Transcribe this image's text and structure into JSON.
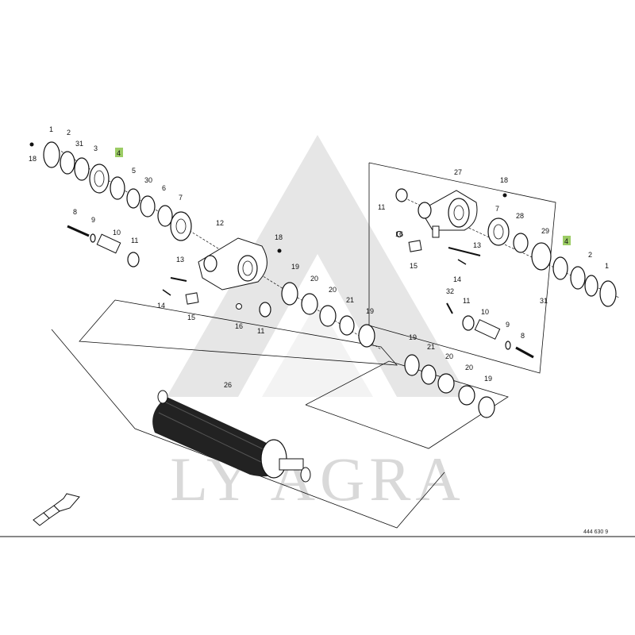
{
  "watermark": "LY AGRA",
  "reference_number": "444 630 9",
  "callouts": [
    {
      "id": "c1a",
      "label": "1"
    },
    {
      "id": "c2a",
      "label": "2"
    },
    {
      "id": "c31a",
      "label": "31"
    },
    {
      "id": "c3",
      "label": "3"
    },
    {
      "id": "c4a",
      "label": "4",
      "highlight": true
    },
    {
      "id": "c18a",
      "label": "18"
    },
    {
      "id": "c5",
      "label": "5"
    },
    {
      "id": "c30",
      "label": "30"
    },
    {
      "id": "c6",
      "label": "6"
    },
    {
      "id": "c7a",
      "label": "7"
    },
    {
      "id": "c8a",
      "label": "8"
    },
    {
      "id": "c9a",
      "label": "9"
    },
    {
      "id": "c10a",
      "label": "10"
    },
    {
      "id": "c11a",
      "label": "11"
    },
    {
      "id": "c12",
      "label": "12"
    },
    {
      "id": "c18b",
      "label": "18"
    },
    {
      "id": "c13a",
      "label": "13"
    },
    {
      "id": "c14a",
      "label": "14"
    },
    {
      "id": "c15a",
      "label": "15"
    },
    {
      "id": "c16a",
      "label": "16"
    },
    {
      "id": "c11b",
      "label": "11"
    },
    {
      "id": "c19a",
      "label": "19"
    },
    {
      "id": "c20a",
      "label": "20"
    },
    {
      "id": "c20b",
      "label": "20"
    },
    {
      "id": "c21a",
      "label": "21"
    },
    {
      "id": "c19b",
      "label": "19"
    },
    {
      "id": "c26",
      "label": "26"
    },
    {
      "id": "c27",
      "label": "27"
    },
    {
      "id": "c18c",
      "label": "18"
    },
    {
      "id": "c11c",
      "label": "11"
    },
    {
      "id": "c7b",
      "label": "7"
    },
    {
      "id": "c28",
      "label": "28"
    },
    {
      "id": "c16b",
      "label": "16"
    },
    {
      "id": "c13b",
      "label": "13"
    },
    {
      "id": "c29",
      "label": "29"
    },
    {
      "id": "c4b",
      "label": "4",
      "highlight": true
    },
    {
      "id": "c15b",
      "label": "15"
    },
    {
      "id": "c2b",
      "label": "2"
    },
    {
      "id": "c1b",
      "label": "1"
    },
    {
      "id": "c14b",
      "label": "14"
    },
    {
      "id": "c31b",
      "label": "31"
    },
    {
      "id": "c32",
      "label": "32"
    },
    {
      "id": "c11d",
      "label": "11"
    },
    {
      "id": "c10b",
      "label": "10"
    },
    {
      "id": "c9b",
      "label": "9"
    },
    {
      "id": "c8b",
      "label": "8"
    },
    {
      "id": "c19c",
      "label": "19"
    },
    {
      "id": "c21b",
      "label": "21"
    },
    {
      "id": "c20c",
      "label": "20"
    },
    {
      "id": "c20d",
      "label": "20"
    },
    {
      "id": "c19d",
      "label": "19"
    }
  ],
  "colors": {
    "highlight": "#9ccc65",
    "line": "#111111",
    "watermark": "#d9d9d9"
  }
}
